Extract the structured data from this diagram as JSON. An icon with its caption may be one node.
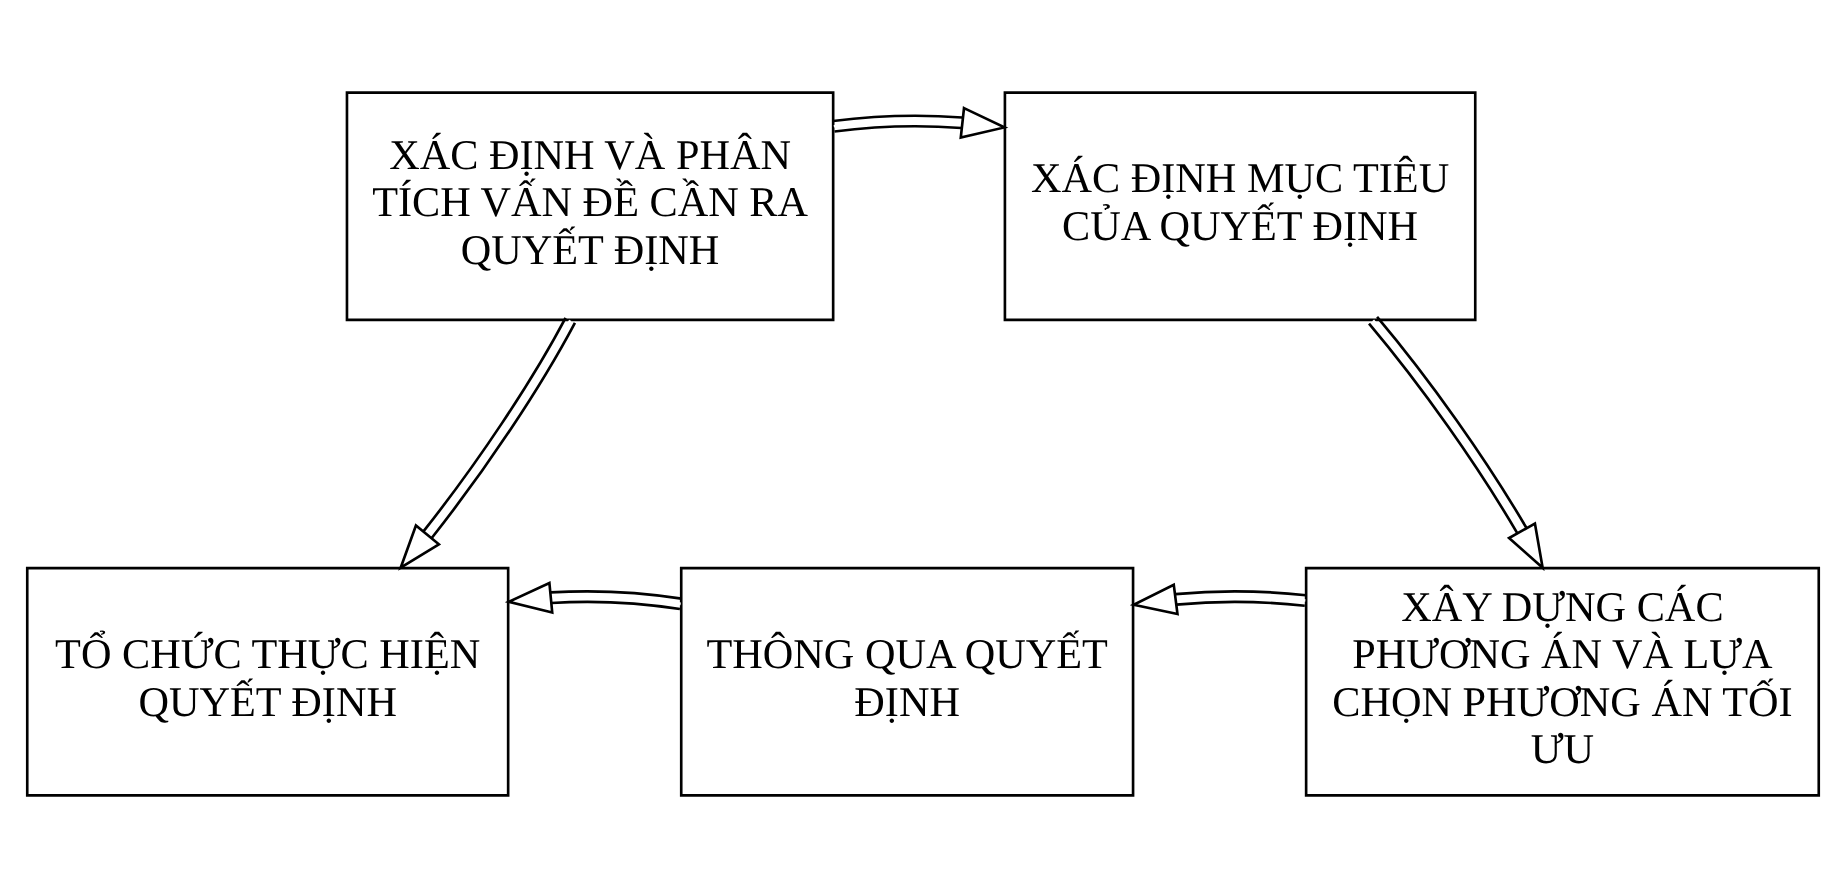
{
  "diagram": {
    "nodes": [
      {
        "text": [
          "XÁC ĐỊNH VÀ PHÂN TÍCH VẤN ĐỀ CẦN RA QUYẾT ĐỊNH"
        ]
      },
      {
        "text": [
          "XÁC ĐỊNH MỤC TIÊU CỦA QUYẾT ĐỊNH"
        ]
      },
      {
        "text": [
          "XÂY DỰNG CÁC PHƯƠNG ÁN VÀ LỰA CHỌN PHƯƠNG ÁN TỐI ƯU"
        ]
      },
      {
        "text": [
          "THÔNG QUA QUYẾT ĐỊNH"
        ]
      },
      {
        "text": [
          "TỔ CHỨC THỰC HIỆN QUYẾT ĐỊNH"
        ]
      }
    ],
    "edges": [
      {
        "from": 0,
        "to": 1,
        "arrow": "to"
      },
      {
        "from": 1,
        "to": 2,
        "arrow": "to"
      },
      {
        "from": 2,
        "to": 3,
        "arrow": "to"
      },
      {
        "from": 3,
        "to": 4,
        "arrow": "to"
      },
      {
        "from": 0,
        "to": 4,
        "arrow": "to"
      }
    ]
  }
}
